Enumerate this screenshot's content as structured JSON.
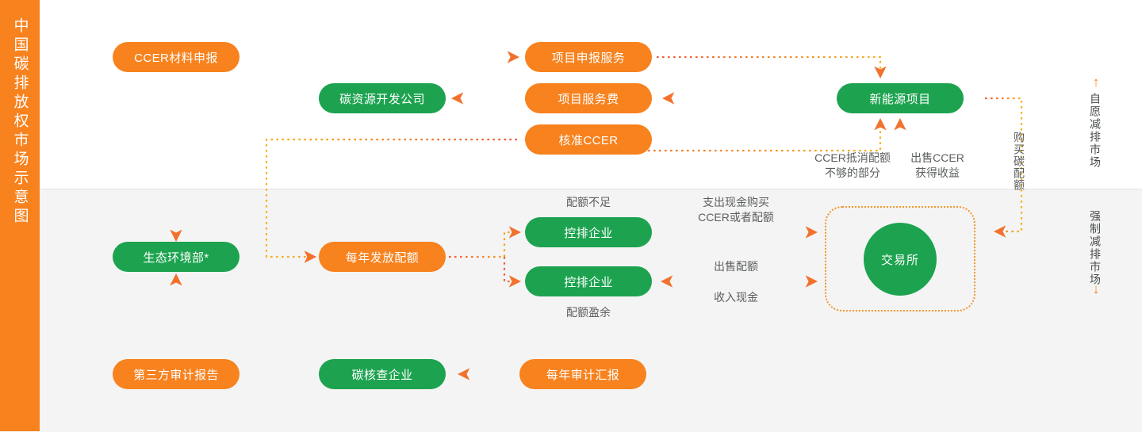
{
  "page": {
    "title_vertical": "中国碳排放权市场示意图",
    "accent_orange": "#f7821e",
    "accent_green": "#1da34f",
    "band_top_bg": "#ffffff",
    "band_bottom_bg": "#f4f4f4",
    "wire_color": "#f2712c"
  },
  "nodes": {
    "ccer_material": {
      "label": "CCER材料申报",
      "color": "orange"
    },
    "project_declare_service": {
      "label": "项目申报服务",
      "color": "orange"
    },
    "carbon_resource_company": {
      "label": "碳资源开发公司",
      "color": "green"
    },
    "project_service_fee": {
      "label": "项目服务费",
      "color": "orange"
    },
    "approve_ccer": {
      "label": "核准CCER",
      "color": "orange"
    },
    "new_energy_project": {
      "label": "新能源项目",
      "color": "green"
    },
    "ministry_ecology": {
      "label": "生态环境部*",
      "color": "green"
    },
    "annual_quota": {
      "label": "每年发放配额",
      "color": "orange"
    },
    "controlled_enterprise_top": {
      "label": "控排企业",
      "color": "green"
    },
    "controlled_enterprise_bottom": {
      "label": "控排企业",
      "color": "green"
    },
    "exchange": {
      "label": "交易所",
      "color": "green"
    },
    "third_party_audit_report": {
      "label": "第三方审计报告",
      "color": "orange"
    },
    "carbon_verify_company": {
      "label": "碳核查企业",
      "color": "green"
    },
    "annual_audit_report": {
      "label": "每年审计汇报",
      "color": "orange"
    }
  },
  "captions": {
    "quota_shortage": "配额不足",
    "quota_surplus": "配额盈余",
    "ccer_offset": "CCER抵消配额\n不够的部分",
    "ccer_offset_l1": "CCER抵消配额",
    "ccer_offset_l2": "不够的部分",
    "sell_ccer_l1": "出售CCER",
    "sell_ccer_l2": "获得收益",
    "spend_cash_l1": "支出现金购买",
    "spend_cash_l2": "CCER或者配额",
    "sell_quota": "出售配额",
    "receive_cash": "收入现金",
    "buy_carbon_quota": "购买碳配额"
  },
  "markets": {
    "voluntary": {
      "label": "自愿减排市场",
      "arrow": "↑"
    },
    "mandatory": {
      "label": "强制减排市场",
      "arrow": "↓"
    }
  }
}
